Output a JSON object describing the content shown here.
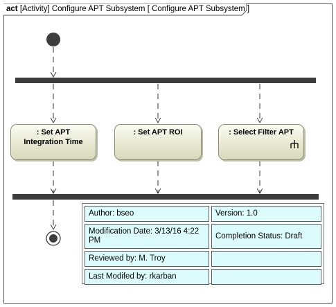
{
  "frame": {
    "keyword": "act",
    "title": "[Activity] Configure APT Subsystem [ Configure APT Subsystem ]"
  },
  "actions": [
    {
      "id": "set-apt-integration-time",
      "label_line1": ": Set APT",
      "label_line2": "Integration Time",
      "call_behavior": false
    },
    {
      "id": "set-apt-roi",
      "label_line1": ": Set APT ROI",
      "label_line2": "",
      "call_behavior": false
    },
    {
      "id": "select-filter-apt",
      "label_line1": ": Select Filter APT",
      "label_line2": "",
      "call_behavior": true,
      "icon": "rake-icon"
    }
  ],
  "nodes": {
    "initial": "initial-node",
    "fork": "fork-bar",
    "join": "join-bar",
    "final": "activity-final-node"
  },
  "notes": {
    "author": "Author: bseo",
    "version": "Version: 1.0",
    "modification_date": "Modification Date: 3/13/16 4:22 PM",
    "completion_status": "Completion Status: Draft",
    "reviewed_by": "Reviewed by: M. Troy",
    "reviewed_value": "",
    "last_modified_by": "Last Modifed by: rkarban",
    "last_modified_value": ""
  },
  "colors": {
    "bar": "#3d3d3d",
    "action_fill": "#e8e8d2",
    "note_fill": "#dcfbfd",
    "line": "#333333"
  }
}
